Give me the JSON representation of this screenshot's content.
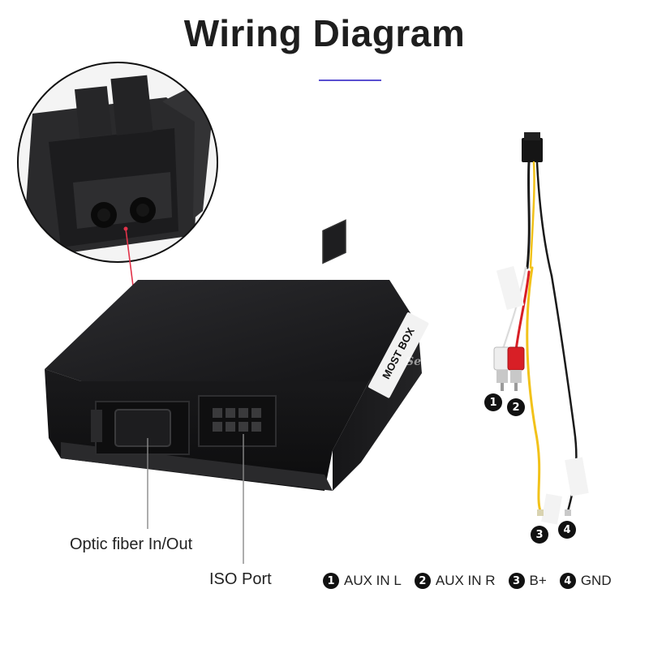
{
  "title": "Wiring Diagram",
  "device_label": "MOST BOX",
  "watermark": "Seicane.com",
  "callouts": {
    "optic": "Optic fiber In/Out",
    "iso": "ISO Port"
  },
  "wire_numbers": [
    "1",
    "2",
    "3",
    "4"
  ],
  "legend": [
    {
      "num": "1",
      "label": "AUX IN L"
    },
    {
      "num": "2",
      "label": "AUX IN R"
    },
    {
      "num": "3",
      "label": "B+"
    },
    {
      "num": "4",
      "label": "GND"
    }
  ],
  "colors": {
    "accent_underline": "#5a4fd0",
    "pointer_line": "#e2334a",
    "callout_line": "#8a8a8a",
    "box_body": "#1b1b1d",
    "wire_yellow": "#f2c21a",
    "wire_red": "#d81f26",
    "wire_white": "#eeeeee",
    "wire_black": "#1a1a1a"
  }
}
